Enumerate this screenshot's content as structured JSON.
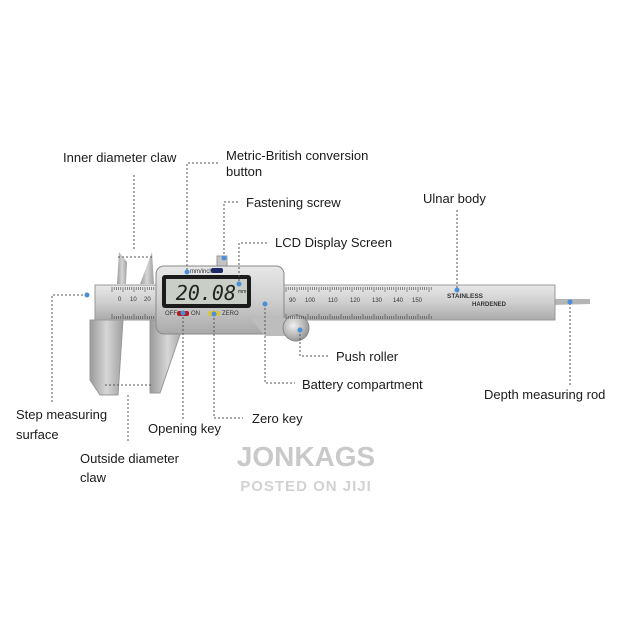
{
  "labels": {
    "inner_diameter_claw": "Inner diameter claw",
    "metric_british_line1": "Metric-British conversion",
    "metric_british_line2": "button",
    "fastening_screw": "Fastening screw",
    "lcd_display": "LCD Display Screen",
    "ulnar_body": "Ulnar body",
    "push_roller": "Push roller",
    "battery_compartment": "Battery compartment",
    "depth_measuring_rod": "Depth measuring rod",
    "step_line1": "Step measuring",
    "step_line2": "surface",
    "opening_key": "Opening key",
    "zero_key": "Zero key",
    "outside_line1": "Outside diameter",
    "outside_line2": "claw"
  },
  "caliper": {
    "lcd_reading": "20.08",
    "lcd_unit": "mm",
    "button_label": "mm/inch",
    "off_label": "OFF",
    "on_label": "ON",
    "zero_label": "ZERO",
    "stamp1": "STAINLESS",
    "stamp2": "HARDENED",
    "scale_left": [
      "0",
      "10",
      "20"
    ],
    "scale_right": [
      "90",
      "100",
      "110",
      "120",
      "130",
      "140",
      "150"
    ]
  },
  "watermark": {
    "name": "JONKAGS",
    "sub": "POSTED ON JIJI"
  },
  "colors": {
    "leader_dot": "#4a90d9"
  }
}
